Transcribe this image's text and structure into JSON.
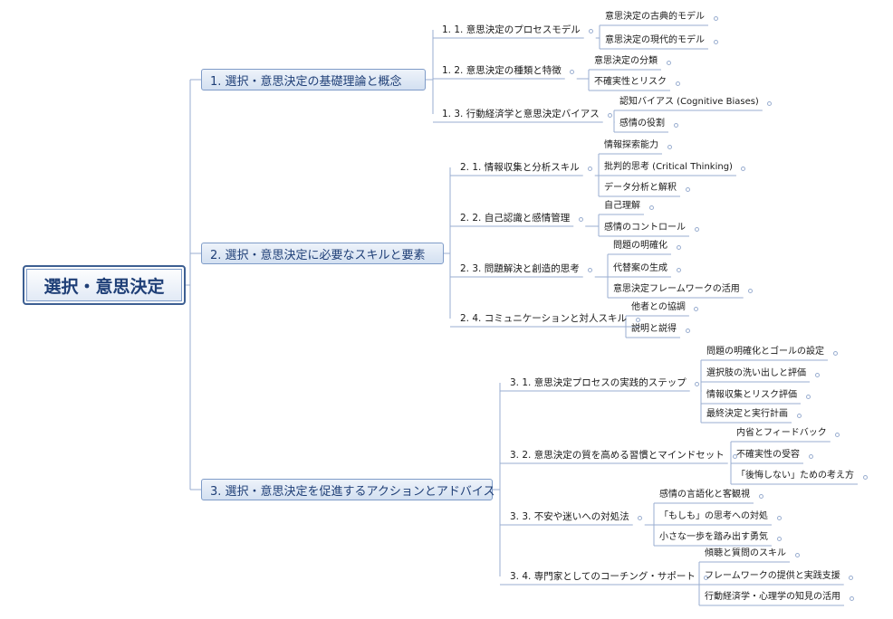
{
  "colors": {
    "line": "#9aaed0",
    "main_border": "#7f9cc8",
    "root_border": "#3d5f92",
    "text_blue": "#1f3f77"
  },
  "root": "選択・意思決定",
  "branches": [
    {
      "label": "1. 選択・意思決定の基礎理論と概念",
      "subs": [
        {
          "label": "1. 1. 意思決定のプロセスモデル",
          "leaves": [
            "意思決定の古典的モデル",
            "意思決定の現代的モデル"
          ]
        },
        {
          "label": "1. 2. 意思決定の種類と特徴",
          "leaves": [
            "意思決定の分類",
            "不確実性とリスク"
          ]
        },
        {
          "label": "1. 3. 行動経済学と意思決定バイアス",
          "leaves": [
            "認知バイアス (Cognitive Biases)",
            "感情の役割"
          ]
        }
      ]
    },
    {
      "label": "2. 選択・意思決定に必要なスキルと要素",
      "subs": [
        {
          "label": "2. 1. 情報収集と分析スキル",
          "leaves": [
            "情報探索能力",
            "批判的思考 (Critical Thinking)",
            "データ分析と解釈"
          ]
        },
        {
          "label": "2. 2. 自己認識と感情管理",
          "leaves": [
            "自己理解",
            "感情のコントロール"
          ]
        },
        {
          "label": "2. 3. 問題解決と創造的思考",
          "leaves": [
            "問題の明確化",
            "代替案の生成",
            "意思決定フレームワークの活用"
          ]
        },
        {
          "label": "2. 4. コミュニケーションと対人スキル",
          "leaves": [
            "他者との協調",
            "説明と説得"
          ]
        }
      ]
    },
    {
      "label": "3. 選択・意思決定を促進するアクションとアドバイス",
      "subs": [
        {
          "label": "3. 1. 意思決定プロセスの実践的ステップ",
          "leaves": [
            "問題の明確化とゴールの設定",
            "選択肢の洗い出しと評価",
            "情報収集とリスク評価",
            "最終決定と実行計画"
          ]
        },
        {
          "label": "3. 2. 意思決定の質を高める習慣とマインドセット",
          "leaves": [
            "内省とフィードバック",
            "不確実性の受容",
            "「後悔しない」ための考え方"
          ]
        },
        {
          "label": "3. 3. 不安や迷いへの対処法",
          "leaves": [
            "感情の言語化と客観視",
            "「もしも」の思考への対処",
            "小さな一歩を踏み出す勇気"
          ]
        },
        {
          "label": "3. 4. 専門家としてのコーチング・サポート",
          "leaves": [
            "傾聴と質問のスキル",
            "フレームワークの提供と実践支援",
            "行動経済学・心理学の知見の活用"
          ]
        }
      ]
    }
  ]
}
